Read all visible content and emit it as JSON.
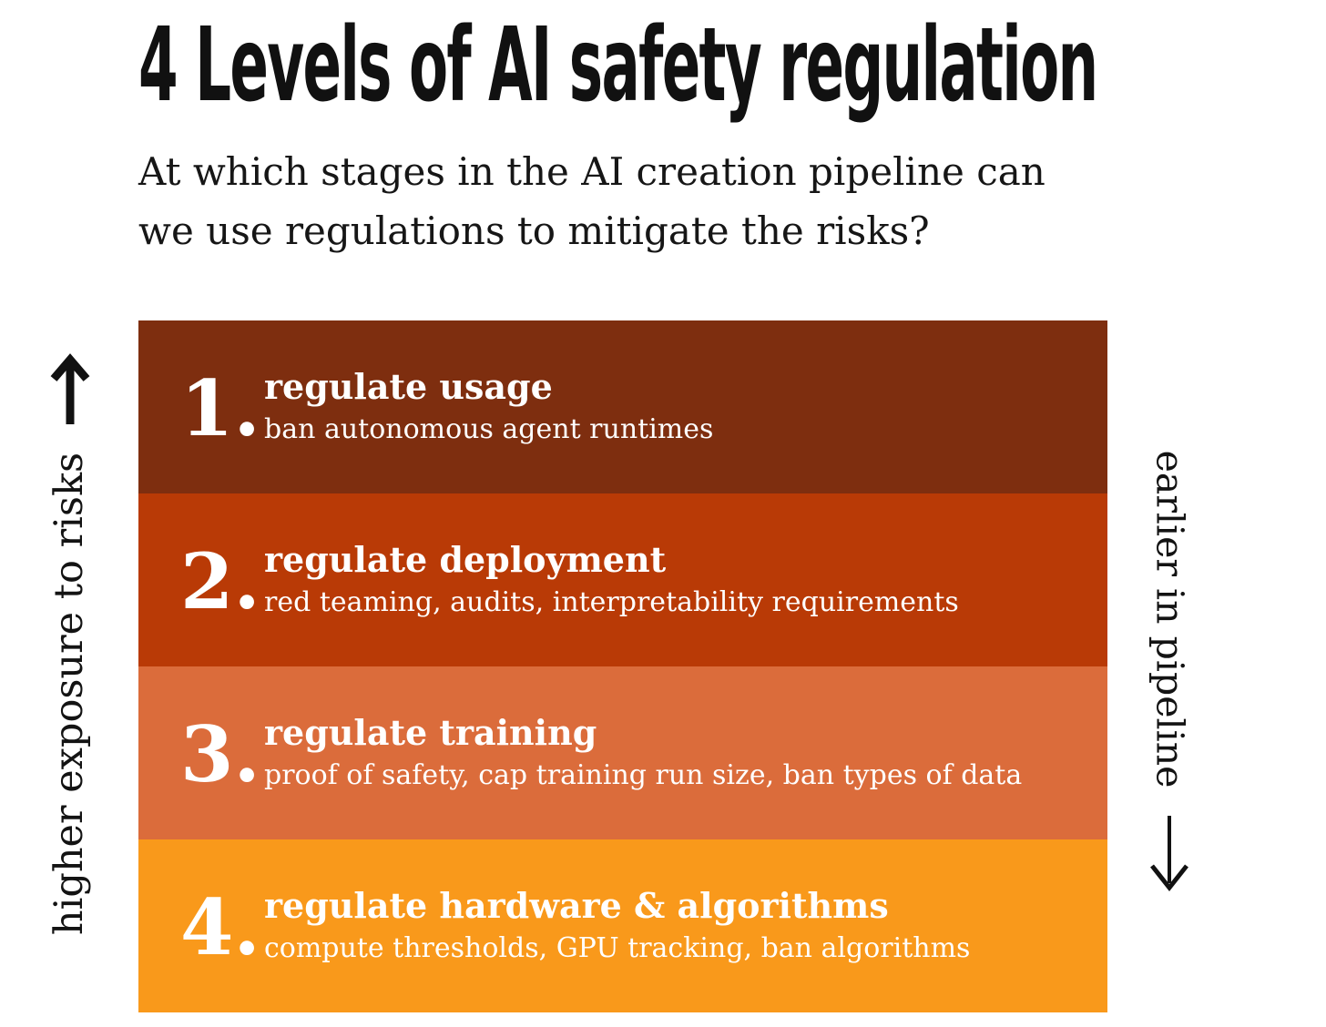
{
  "title": "4 Levels of AI safety regulation",
  "subtitle": {
    "line1": "At which stages in the AI creation pipeline can",
    "line2": "we use regulations to mitigate the risks?"
  },
  "axes": {
    "left": {
      "label": "higher exposure to risks",
      "icon": "arrow-up-icon"
    },
    "right": {
      "label": "earlier in pipeline",
      "icon": "arrow-down-icon"
    }
  },
  "levels": [
    {
      "number": "1.",
      "heading": "regulate usage",
      "description": "ban autonomous agent runtimes",
      "color": "#7E2E0F"
    },
    {
      "number": "2.",
      "heading": "regulate deployment",
      "description": "red teaming, audits, interpretability requirements",
      "color": "#B93A06"
    },
    {
      "number": "3.",
      "heading": "regulate training",
      "description": "proof of safety, cap training run size, ban types of data",
      "color": "#DB6C3B"
    },
    {
      "number": "4.",
      "heading": "regulate hardware & algorithms",
      "description": "compute thresholds, GPU tracking, ban algorithms",
      "color": "#F9991B"
    }
  ],
  "colors": {
    "background": "#FFFFFF",
    "text": "#131313",
    "band_text": "#FFFFFF",
    "arrow": "#111111"
  }
}
